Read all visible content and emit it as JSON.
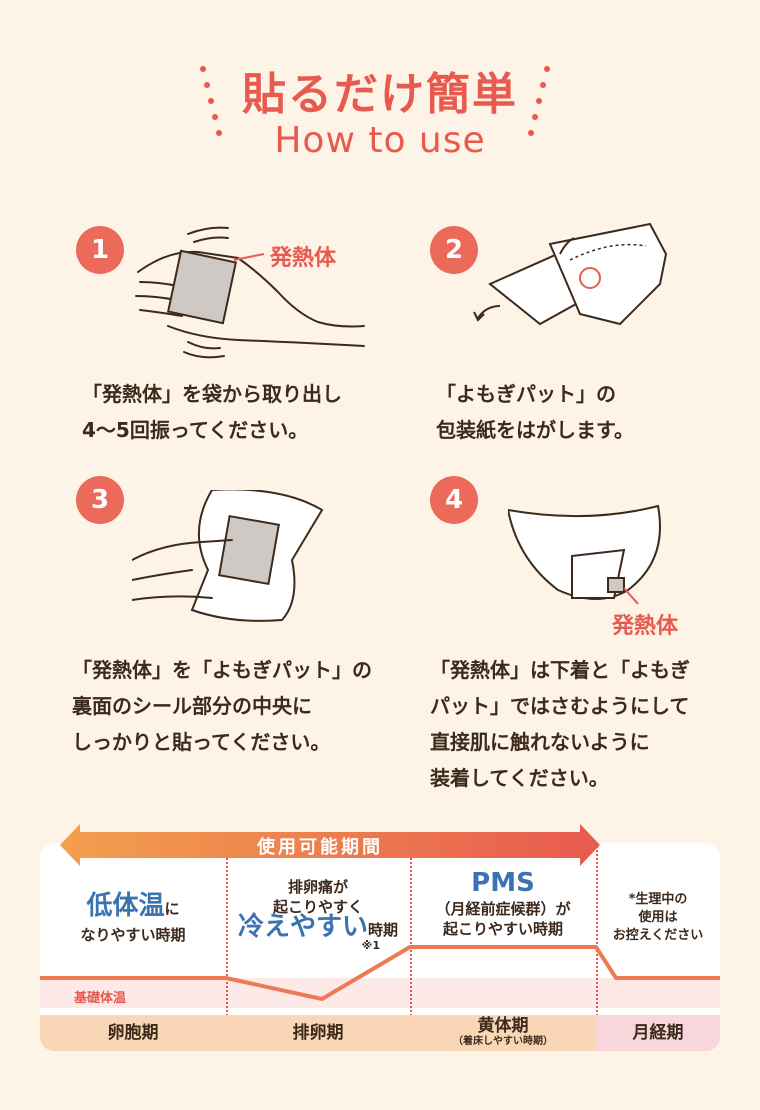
{
  "header": {
    "title_jp": "貼るだけ簡単",
    "title_en": "How to use"
  },
  "steps": [
    {
      "number": "1",
      "label": "発熱体",
      "lines": [
        "「発熱体」を袋から取り出し",
        "4～5回振ってください。"
      ]
    },
    {
      "number": "2",
      "lines": [
        "「よもぎパット」の",
        "包装紙をはがします。"
      ]
    },
    {
      "number": "3",
      "lines": [
        "「発熱体」を「よもぎパット」の",
        "裏面のシール部分の中央に",
        "しっかりと貼ってください。"
      ]
    },
    {
      "number": "4",
      "label": "発熱体",
      "lines": [
        "「発熱体」は下着と「よもぎ",
        "パット」ではさむようにして",
        "直接肌に触れないように",
        "装着してください。"
      ]
    }
  ],
  "cycle": {
    "usable_period": "使用可能期間",
    "col1": {
      "big": "低体温",
      "small": "に",
      "line2": "なりやすい時期"
    },
    "col2": {
      "line1": "排卵痛が",
      "line2": "起こりやすく",
      "big": "冷えやすい",
      "suffix": "時期",
      "note": "※1"
    },
    "col3": {
      "big": "PMS",
      "line2": "（月経前症候群）が",
      "line3": "起こりやすい時期"
    },
    "col4": {
      "line1": "*生理中の",
      "line2": "使用は",
      "line3": "お控えください"
    },
    "basal_temp_label": "基礎体温",
    "phases": [
      {
        "label": "卵胞期",
        "sub": ""
      },
      {
        "label": "排卵期",
        "sub": ""
      },
      {
        "label": "黄体期",
        "sub": "（着床しやすい時期）"
      },
      {
        "label": "月経期",
        "sub": ""
      }
    ],
    "colors": {
      "accent": "#e85a4f",
      "blue": "#3a73b0",
      "phase_bg": "#f8d6b6",
      "menses_bg": "#f8d6db"
    }
  }
}
